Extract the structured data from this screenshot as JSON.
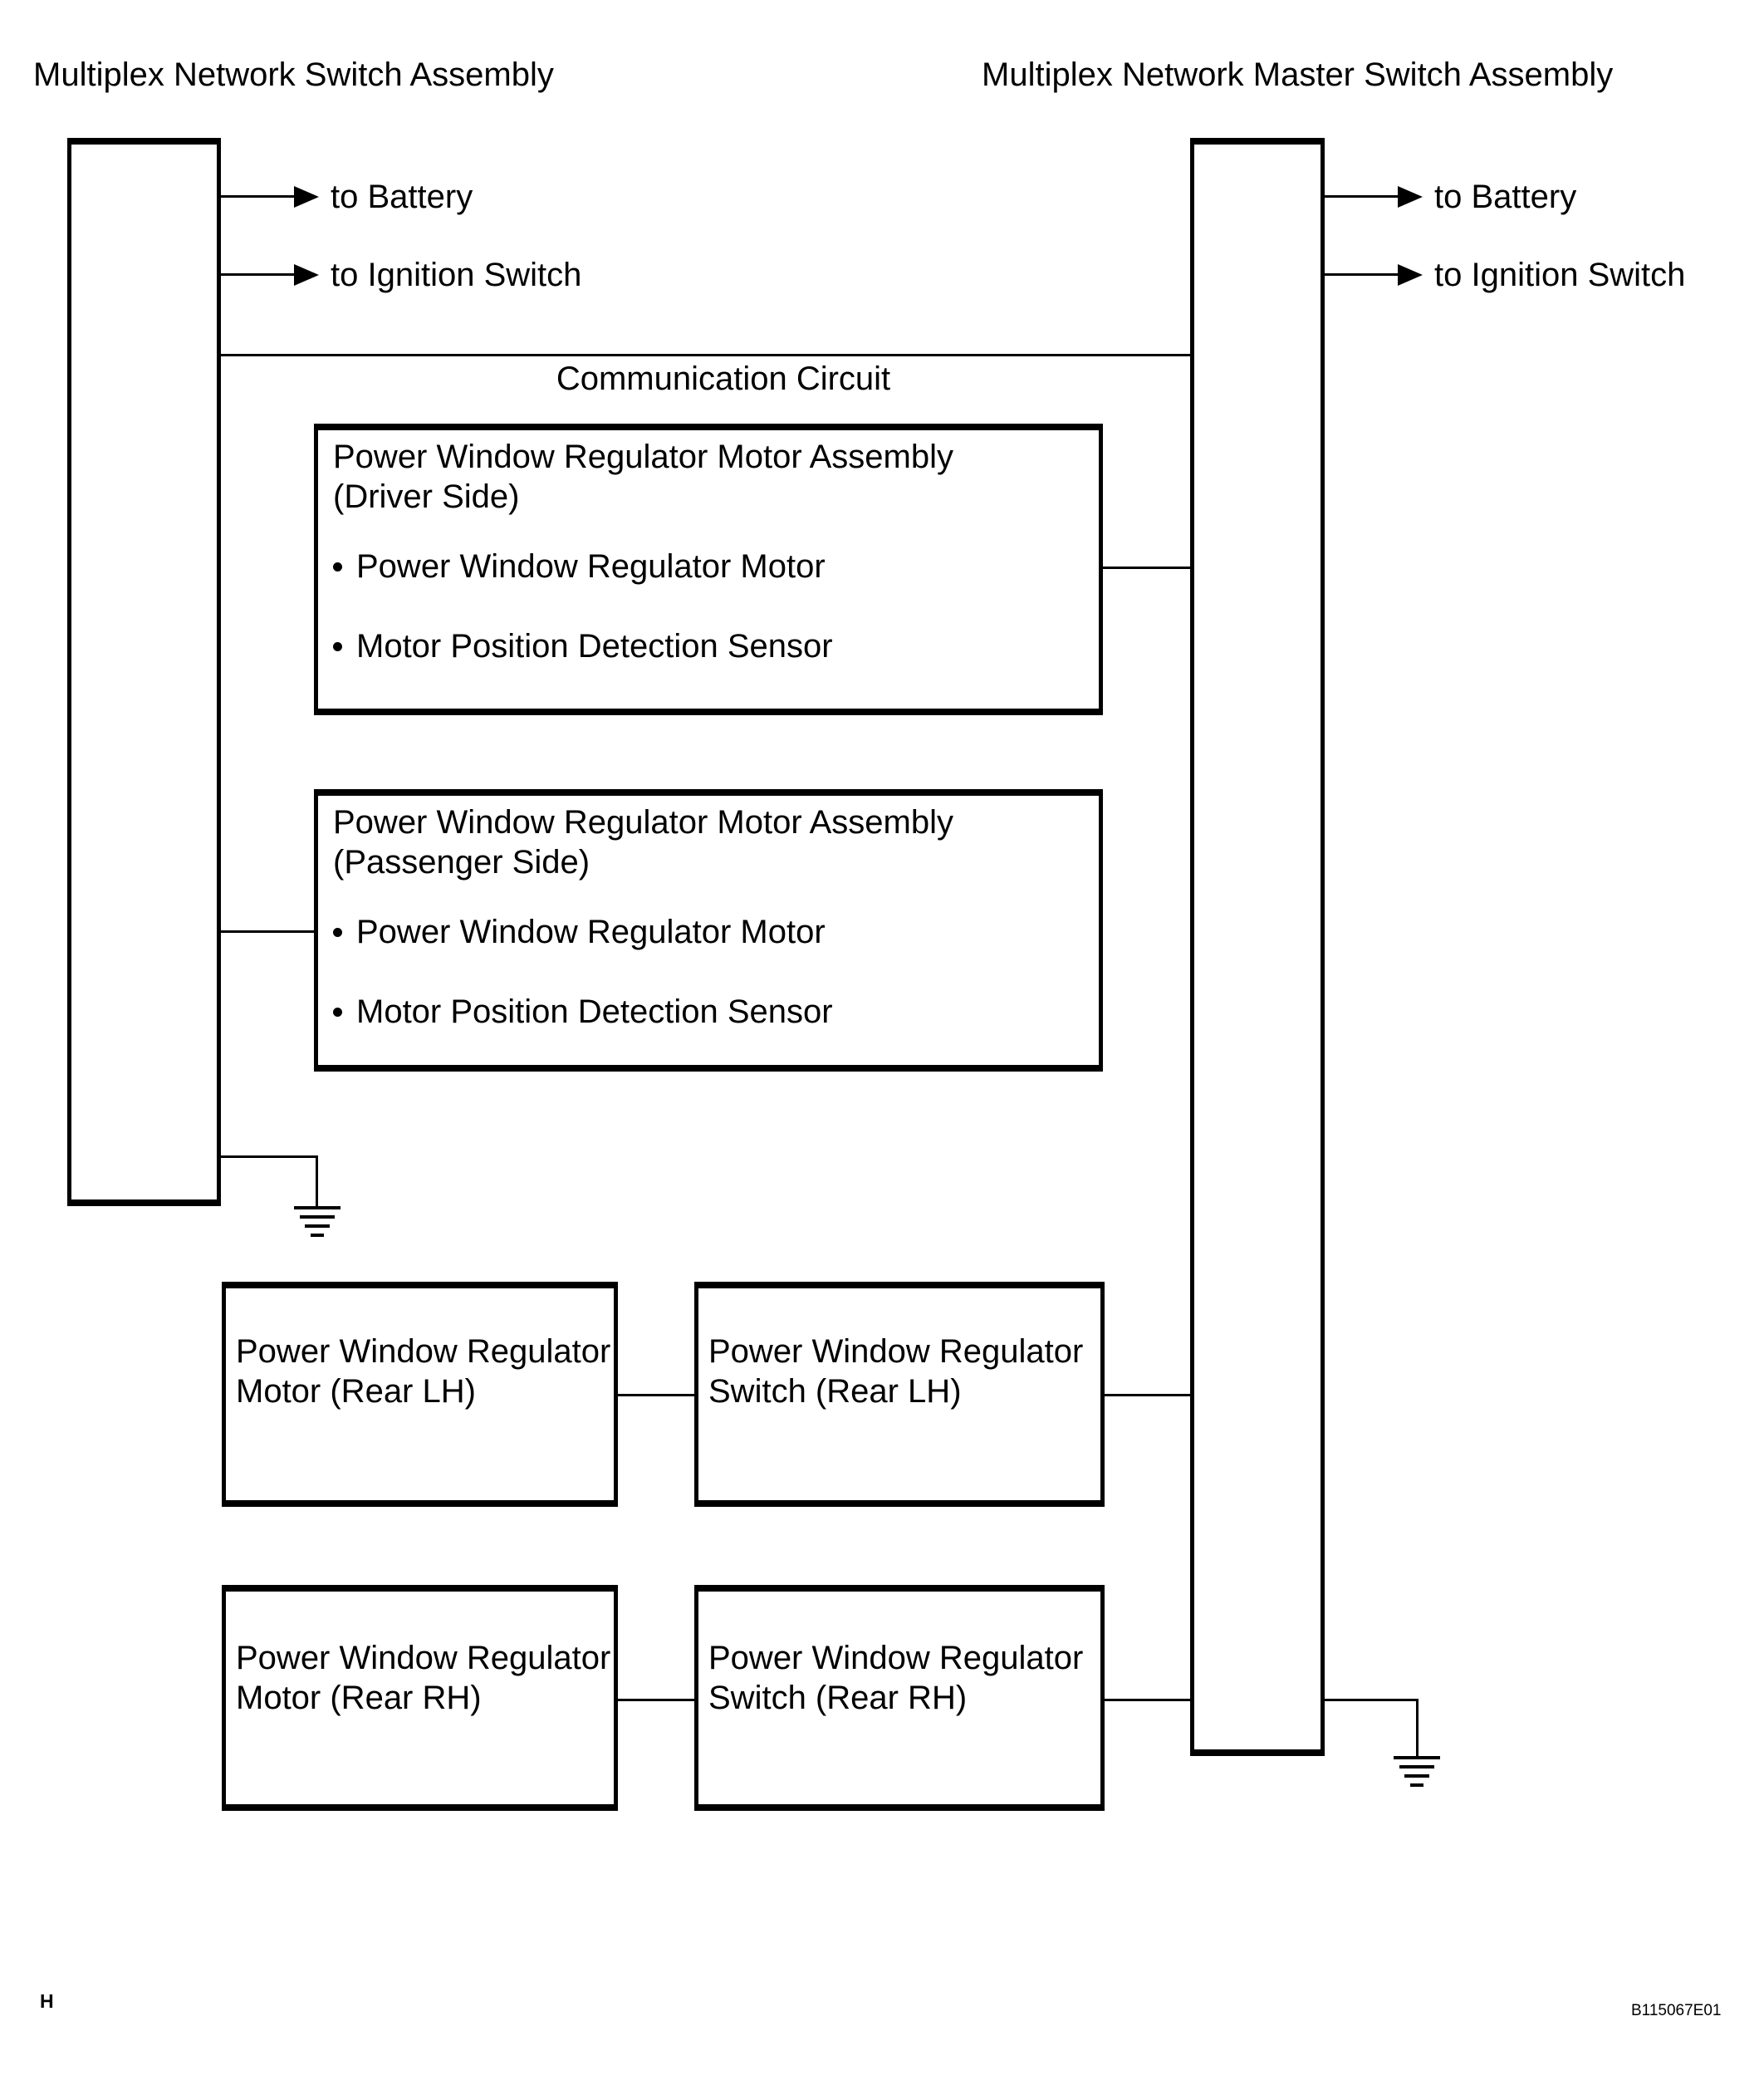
{
  "diagram": {
    "left_assembly": {
      "title": "Multiplex Network Switch Assembly"
    },
    "right_assembly": {
      "title": "Multiplex Network Master Switch Assembly"
    },
    "connections": {
      "to_battery": "to Battery",
      "to_ignition": "to Ignition Switch",
      "communication_circuit": "Communication Circuit"
    },
    "driver_motor_box": {
      "title_line1": "Power Window Regulator Motor Assembly",
      "title_line2": "(Driver Side)",
      "bullets": [
        "Power Window Regulator Motor",
        "Motor Position Detection Sensor"
      ]
    },
    "passenger_motor_box": {
      "title_line1": "Power Window Regulator Motor Assembly",
      "title_line2": "(Passenger Side)",
      "bullets": [
        "Power Window Regulator Motor",
        "Motor Position Detection Sensor"
      ]
    },
    "rear_lh_motor_box": {
      "line1": "Power Window Regulator",
      "line2": "Motor (Rear LH)"
    },
    "rear_lh_switch_box": {
      "line1": "Power Window Regulator",
      "line2": "Switch (Rear LH)"
    },
    "rear_rh_motor_box": {
      "line1": "Power Window Regulator",
      "line2": "Motor (Rear RH)"
    },
    "rear_rh_switch_box": {
      "line1": "Power Window Regulator",
      "line2": "Switch (Rear RH)"
    },
    "footer": {
      "page_mark": "H",
      "figure_code": "B115067E01"
    },
    "icons": {
      "arrowhead": "arrow-right-icon",
      "ground": "earth-ground-icon"
    },
    "colors": {
      "line": "#000000",
      "background": "#ffffff"
    }
  }
}
